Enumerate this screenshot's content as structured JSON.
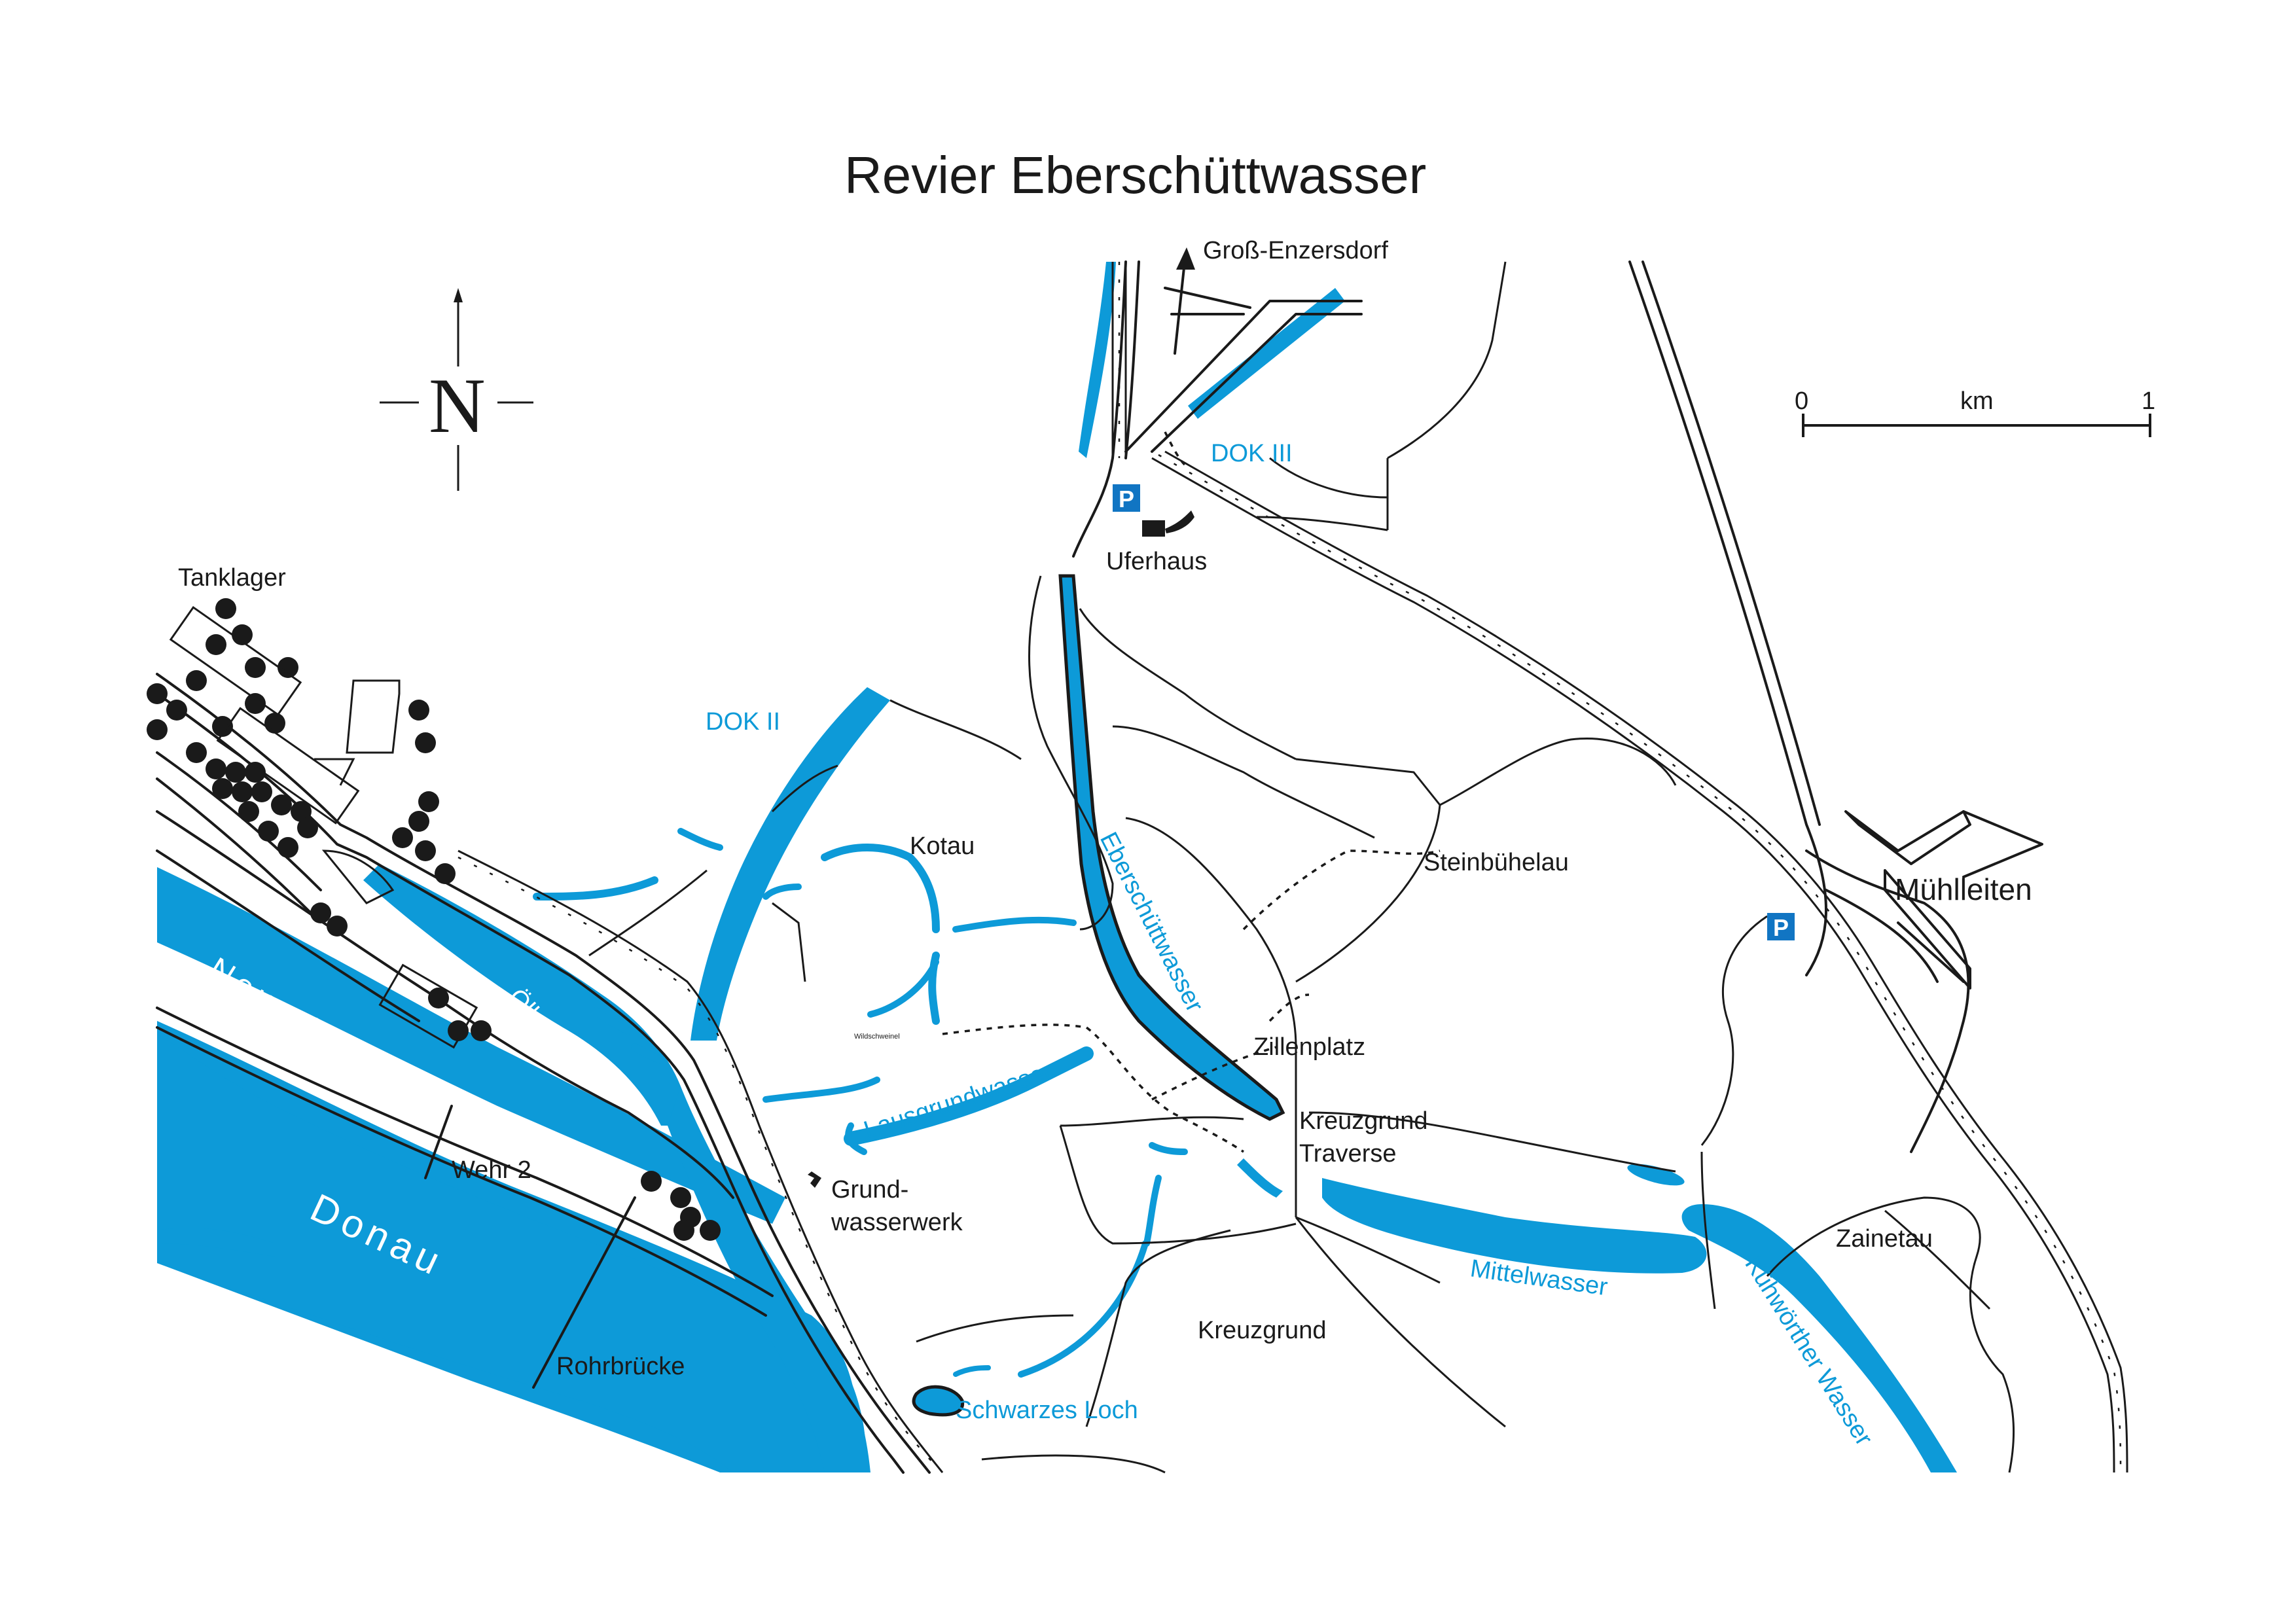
{
  "title": "Revier Eberschüttwasser",
  "north": "N",
  "scale": {
    "zero": "0",
    "unit": "km",
    "one": "1"
  },
  "labels": {
    "gross_enzersdorf": "Groß-Enzersdorf",
    "dok3": "DOK III",
    "uferhaus": "Uferhaus",
    "tanklager": "Tanklager",
    "dok2": "DOK II",
    "kotau": "Kotau",
    "steinbuehelau": "Steinbühelau",
    "muehlleiten": "Mühlleiten",
    "eberschuettwasser": "Eberschüttwasser",
    "zillenplatz": "Zillenplatz",
    "wildschweinel": "Wildschweinel",
    "lausgrundwasser": "Lausgrundwasser",
    "kreuzgrund_traverse_1": "Kreuzgrund",
    "kreuzgrund_traverse_2": "Traverse",
    "neue_donau": "Neue Donau",
    "oelhafen": "Ölhafen",
    "wehr2": "Wehr 2",
    "grundwasserwerk_1": "Grund-",
    "grundwasserwerk_2": "wasserwerk",
    "donau": "Donau",
    "mittelwasser": "Mittelwasser",
    "zainetau": "Zainetau",
    "kuehwoerther_wasser": "Kühwörther Wasser",
    "kreuzgrund": "Kreuzgrund",
    "rohrbruecke": "Rohrbrücke",
    "schwarzes_loch": "Schwarzes Loch",
    "parking": "P"
  },
  "colors": {
    "water": "#0d9ad8",
    "ink": "#1a1a1a",
    "parking": "#1175c3"
  },
  "icons": [
    "north-arrow-icon",
    "parking-icon",
    "fishing-hut-icon",
    "tank-icon",
    "waterworks-icon"
  ]
}
